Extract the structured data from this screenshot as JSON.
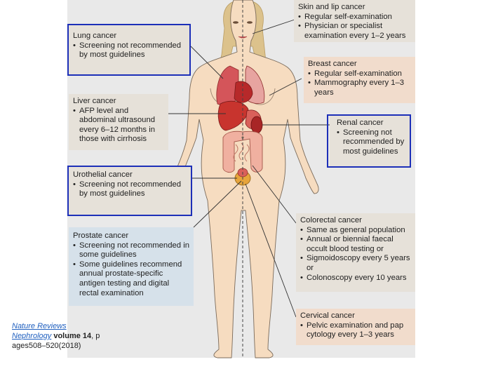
{
  "boxes": {
    "skin": {
      "title": "Skin and lip cancer",
      "items": [
        "Regular self-examination",
        "Physician or specialist examination every 1–2 years"
      ]
    },
    "lung": {
      "title": "Lung cancer",
      "items": [
        "Screening not recommended by most guidelines"
      ]
    },
    "breast": {
      "title": "Breast cancer",
      "items": [
        "Regular self-examination",
        "Mammography every 1–3 years"
      ]
    },
    "liver": {
      "title": "Liver cancer",
      "items": [
        "AFP level and abdominal ultrasound every 6–12 months in those with cirrhosis"
      ]
    },
    "renal": {
      "title": "Renal cancer",
      "items": [
        "Screening not recommended by most guidelines"
      ]
    },
    "urothelial": {
      "title": "Urothelial cancer",
      "items": [
        "Screening not recommended by most guidelines"
      ]
    },
    "prostate": {
      "title": "Prostate cancer",
      "items": [
        "Screening not recommended in some guidelines",
        "Some guidelines recommend annual prostate-specific antigen testing and digital rectal examination"
      ]
    },
    "colorectal": {
      "title": "Colorectal cancer",
      "items": [
        "Same as general population",
        "Annual or biennial faecal occult blood testing or",
        "Sigmoidoscopy every 5 years or",
        "Colonoscopy every 10 years"
      ]
    },
    "cervical": {
      "title": "Cervical cancer",
      "items": [
        "Pelvic examination and pap cytology every 1–3 years"
      ]
    }
  },
  "citation": {
    "journal_line1": "Nature Reviews",
    "journal_line2": "Nephrology",
    "volume": "volume 14",
    "pages_prefix": ", p",
    "pages_rest": "ages508–520(2018)"
  },
  "colors": {
    "highlight_border": "#1c2fb8",
    "box_beige": "#e6e1d9",
    "box_pink": "#f1dccc",
    "box_blue": "#d6e1ea",
    "skin": "#f6dcc0",
    "hair": "#dcc28c",
    "organ_red": "#c8342e",
    "organ_pink": "#e7a4a0"
  }
}
